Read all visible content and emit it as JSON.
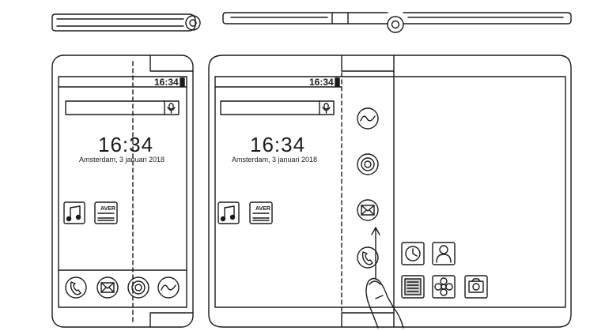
{
  "single_view": {
    "status_time": "16:34",
    "clock": "16:34",
    "date": "Amsterdam, 3 januari 2018",
    "widget_label": "AVER",
    "dock_icons": [
      "phone-icon",
      "mail-icon",
      "camera-icon",
      "gallery-icon"
    ],
    "home_icons": [
      "music-icon",
      "radio-icon"
    ]
  },
  "unfolded_view": {
    "status_time": "16:34",
    "clock": "16:34",
    "date": "Amsterdam, 3 januari 2018",
    "widget_label": "AVER",
    "home_icons": [
      "music-icon",
      "radio-icon"
    ],
    "strip_icons": [
      "gallery-icon",
      "camera-icon",
      "mail-icon",
      "phone-icon"
    ],
    "grid_icons": [
      "clock-icon",
      "contacts-icon",
      "notes-icon",
      "flower-icon",
      "photo-icon"
    ],
    "gesture": "swipe-up-arrow"
  },
  "colors": {
    "line": "#1a1a1a",
    "background": "#ffffff"
  }
}
